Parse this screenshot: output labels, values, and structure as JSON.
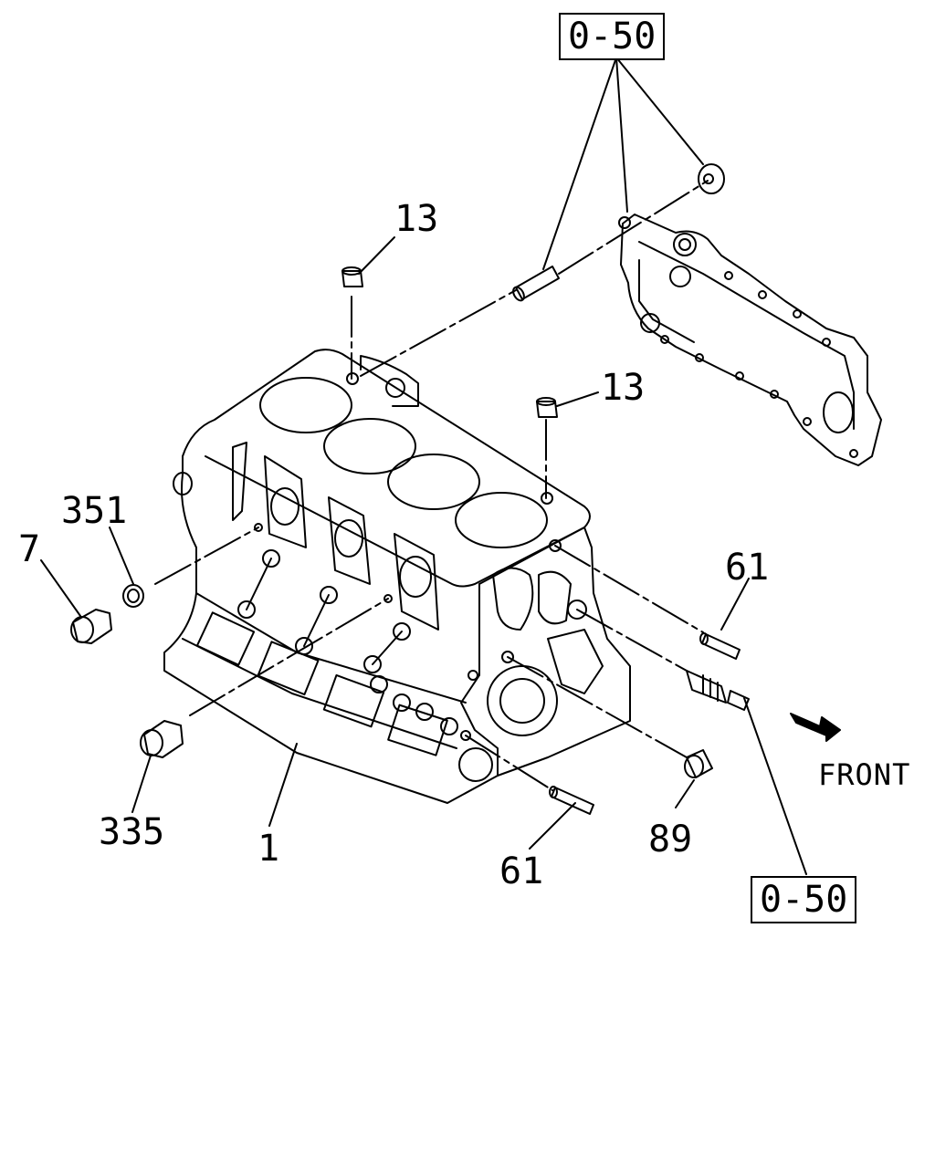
{
  "callouts": {
    "ref_top": "0-50",
    "ref_bottom": "0-50",
    "p13_a": "13",
    "p13_b": "13",
    "p351": "351",
    "p7": "7",
    "p61_right": "61",
    "p61_bottom": "61",
    "p335": "335",
    "p1": "1",
    "p89": "89",
    "front": "FRONT"
  }
}
